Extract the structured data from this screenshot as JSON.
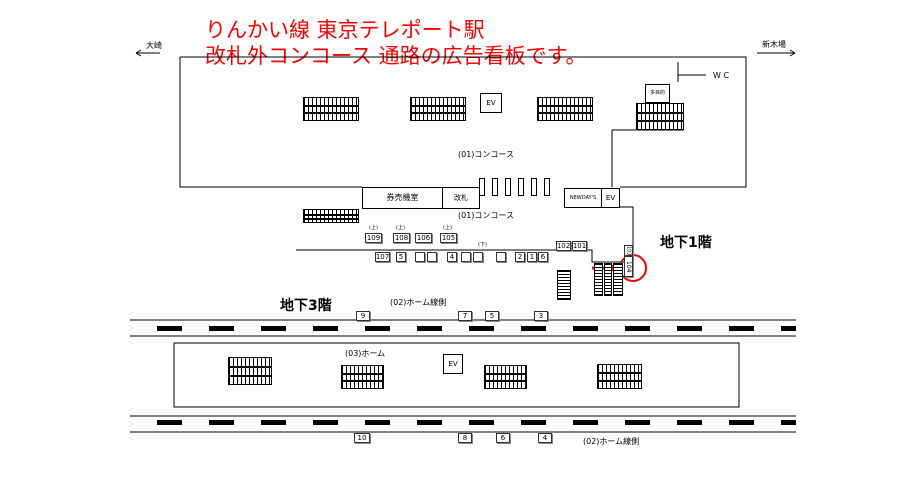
{
  "title": {
    "line1": "りんかい線 東京テレポート駅",
    "line2": "改札外コンコース 通路の広告看板です。"
  },
  "directions": {
    "left": "大崎",
    "right": "新木場"
  },
  "floors": {
    "b1": "地下1階",
    "b3": "地下3階"
  },
  "facilities": {
    "ev": "EV",
    "wc": "W C",
    "multipurpose": "多目的",
    "ticket_room": "券売機室",
    "gate": "改札",
    "newdays": "NEWDAY'S"
  },
  "areas": {
    "concourse_upper": "(01)コンコース",
    "concourse_lower": "(01)コンコース",
    "platform": "(03)ホーム",
    "track_side_upper": "(02)ホーム線側",
    "track_side_lower": "(02)ホーム線側"
  },
  "upper_label": "(上)",
  "lower_label": "(下)",
  "ads_upper_row": [
    "109",
    "108",
    "106",
    "105"
  ],
  "ads_lower_row": [
    "107",
    "5",
    "",
    "",
    "4",
    "",
    "",
    "",
    "2",
    "1",
    "6"
  ],
  "ads_right": [
    "102",
    "101"
  ],
  "ads_highlight": [
    "103",
    "104"
  ],
  "platform_ads_top": [
    "9",
    "7",
    "5",
    "3"
  ],
  "platform_ads_bottom": [
    "10",
    "8",
    "6",
    "4"
  ],
  "highlight_color": "#ff0000"
}
